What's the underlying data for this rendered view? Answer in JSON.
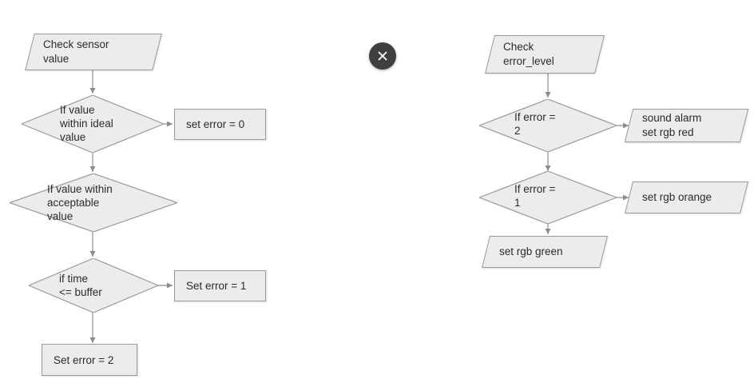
{
  "page": {
    "background_color": "#ffffff",
    "shape_fill": "#ececec",
    "shape_stroke": "#9a9a9a",
    "connector_color": "#8c8c8c",
    "text_color": "#2b2b2b"
  },
  "close_button": {
    "name": "close-button",
    "icon": "close-x-icon",
    "glyph": "×",
    "background_color": "#3f3f3f",
    "icon_color": "#ffffff"
  },
  "left_flow": {
    "title": "sensor-error-classification",
    "nodes": [
      {
        "id": "check-sensor-value",
        "shape": "parallelogram",
        "text": "Check sensor\nvalue"
      },
      {
        "id": "if-value-within-ideal-value",
        "shape": "diamond",
        "text": "If value\nwithin ideal\nvalue"
      },
      {
        "id": "set-error-0",
        "shape": "rectangle",
        "text": "set error = 0"
      },
      {
        "id": "if-value-within-acceptable-value",
        "shape": "diamond",
        "text": "If value within\nacceptable\nvalue"
      },
      {
        "id": "if-time-lte-buffer",
        "shape": "diamond",
        "text": "if time\n<= buffer"
      },
      {
        "id": "set-error-1",
        "shape": "rectangle",
        "text": "Set error = 1"
      },
      {
        "id": "set-error-2",
        "shape": "rectangle",
        "text": "Set error = 2"
      }
    ]
  },
  "right_flow": {
    "title": "error-level-indication",
    "nodes": [
      {
        "id": "check-error-level",
        "shape": "parallelogram",
        "text": "Check\nerror_level"
      },
      {
        "id": "if-error-2",
        "shape": "diamond",
        "text": "If error =\n2"
      },
      {
        "id": "sound-alarm-set-rgb-red",
        "shape": "parallelogram",
        "text": "sound alarm\nset rgb red"
      },
      {
        "id": "if-error-1",
        "shape": "diamond",
        "text": "If error =\n1"
      },
      {
        "id": "set-rgb-orange",
        "shape": "parallelogram",
        "text": "set rgb orange"
      },
      {
        "id": "set-rgb-green",
        "shape": "parallelogram",
        "text": "set rgb green"
      }
    ]
  }
}
